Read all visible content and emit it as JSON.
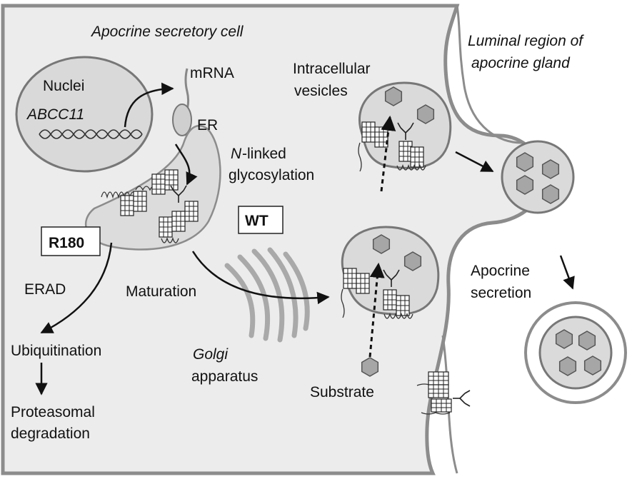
{
  "labels": {
    "cell_title": "Apocrine secretory cell",
    "luminal_1": "Luminal region of",
    "luminal_2": "apocrine gland",
    "nuclei": "Nuclei",
    "gene": "ABCC11",
    "mrna": "mRNA",
    "er": "ER",
    "glyco_n": "N",
    "glyco_1": "-linked",
    "glyco_2": "glycosylation",
    "vesicles_1": "Intracellular",
    "vesicles_2": "vesicles",
    "r180": "R180",
    "wt": "WT",
    "erad": "ERAD",
    "maturation": "Maturation",
    "golgi_1": "Golgi",
    "golgi_2": "apparatus",
    "ubiquitination": "Ubiquitination",
    "proteasomal_1": "Proteasomal",
    "proteasomal_2": "degradation",
    "secretion_1": "Apocrine",
    "secretion_2": "secretion",
    "substrate": "Substrate"
  },
  "colors": {
    "cell_fill": "#ececec",
    "membrane": "#8c8c8c",
    "organelle_fill": "#d9d9d9",
    "er_fill": "#dcdcdc",
    "golgi": "#a9a9a9",
    "hexagon_fill": "#a6a6a6",
    "arrow": "#111111"
  },
  "icons": [
    "dna-helix",
    "ribosome",
    "transporter-protein",
    "glycan-tree",
    "hexagon-substrate",
    "golgi-stack"
  ]
}
